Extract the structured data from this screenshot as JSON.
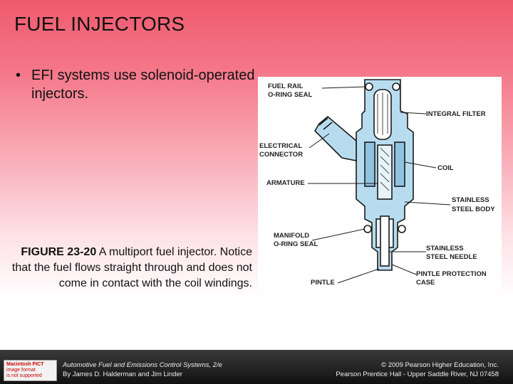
{
  "slide": {
    "title": "FUEL INJECTORS",
    "bullet_marker": "•",
    "bullet_text": "EFI systems use solenoid-operated injectors."
  },
  "caption": {
    "figure_number": "FIGURE 23-20",
    "text": " A multiport fuel injector. Notice that the fuel flows straight through and does not come in contact with the coil windings."
  },
  "diagram_labels": {
    "fuel_rail_1": "FUEL RAIL",
    "fuel_rail_2": "O-RING SEAL",
    "integral_filter": "INTEGRAL FILTER",
    "electrical_1": "ELECTRICAL",
    "electrical_2": "CONNECTOR",
    "coil": "COIL",
    "armature": "ARMATURE",
    "stainless_body_1": "STAINLESS",
    "stainless_body_2": "STEEL BODY",
    "manifold_1": "MANIFOLD",
    "manifold_2": "O-RING SEAL",
    "needle_1": "STAINLESS",
    "needle_2": "STEEL NEEDLE",
    "pintle_protection_1": "PINTLE PROTECTION",
    "pintle_protection_2": "CASE",
    "pintle": "PINTLE"
  },
  "footer": {
    "logo_line1": "Macintosh PICT",
    "logo_line2": "image format",
    "logo_line3": "is not supported",
    "book_title": "Automotive Fuel and Emissions Control Systems, 2/e",
    "authors": "By James D. Halderman and Jim Linder",
    "copyright": "© 2009 Pearson Higher Education, Inc.",
    "publisher": "Pearson Prentice Hall - Upper Saddle River, NJ 07458"
  },
  "colors": {
    "injector_fill": "#b8dcef",
    "injector_stroke": "#1a1a1a"
  }
}
